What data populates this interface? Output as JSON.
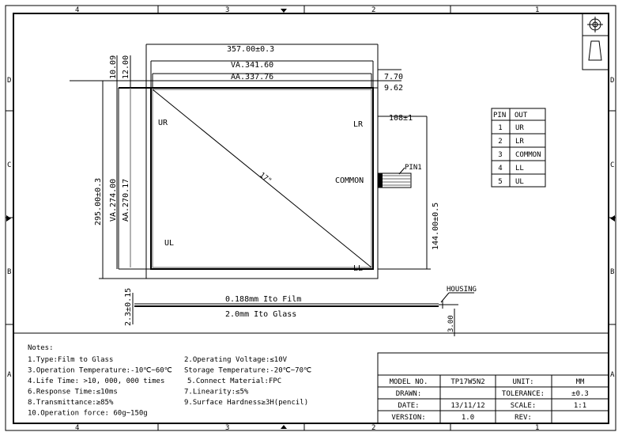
{
  "frame": {
    "zones_top": [
      "4",
      "3",
      "2",
      "1"
    ],
    "zones_side": [
      "D",
      "C",
      "B",
      "A"
    ]
  },
  "front_view": {
    "overall_width": "357.00±0.3",
    "va_width": "VA.341.60",
    "aa_width": "AA.337.76",
    "right_offset_1": "7.70",
    "right_offset_2": "9.62",
    "top_offset_1": "10.09",
    "top_offset_2": "12.00",
    "overall_height": "295.00±0.3",
    "va_height": "VA.274.00",
    "aa_height": "AA.270.17",
    "diagonal": "17\"",
    "corners": {
      "ur": "UR",
      "lr": "LR",
      "common": "COMMON",
      "ul": "UL",
      "ll": "LL"
    },
    "tail_length": "108±1",
    "pin1": "PIN1",
    "tail_offset": "144.00±0.5"
  },
  "pin_table": {
    "headers": [
      "PIN",
      "OUT"
    ],
    "rows": [
      [
        "1",
        "UR"
      ],
      [
        "2",
        "LR"
      ],
      [
        "3",
        "COMMON"
      ],
      [
        "4",
        "LL"
      ],
      [
        "5",
        "UL"
      ]
    ]
  },
  "side_view": {
    "film": "0.188mm Ito Film",
    "glass": "2.0mm Ito Glass",
    "thickness": "2.3±0.15",
    "housing": "HOUSING",
    "housing_dim": "3.00"
  },
  "notes": {
    "title": "Notes:",
    "items": [
      "1.Type:Film to Glass",
      "2.Operating Voltage:≤10V",
      "3.Operation Temperature:-10℃~60℃",
      "Storage Temperature:-20℃~70℃",
      "4.Life Time: >10, 000, 000 times",
      "5.Connect Material:FPC",
      "6.Response Time:≤10ms",
      "7.Linearity:≤5%",
      "8.Transmittance:≥85%",
      "9.Surface Hardness≥3H(pencil)",
      "10.Operation force: 60g~150g"
    ]
  },
  "title_block": {
    "rows": [
      [
        "MODEL NO.",
        "TP17W5N2",
        "UNIT:",
        "MM"
      ],
      [
        "DRAWN:",
        "",
        "TOLERANCE:",
        "±0.3"
      ],
      [
        "DATE:",
        "13/11/12",
        "SCALE:",
        "1:1"
      ],
      [
        "VERSION:",
        "1.0",
        "REV:",
        ""
      ]
    ]
  }
}
